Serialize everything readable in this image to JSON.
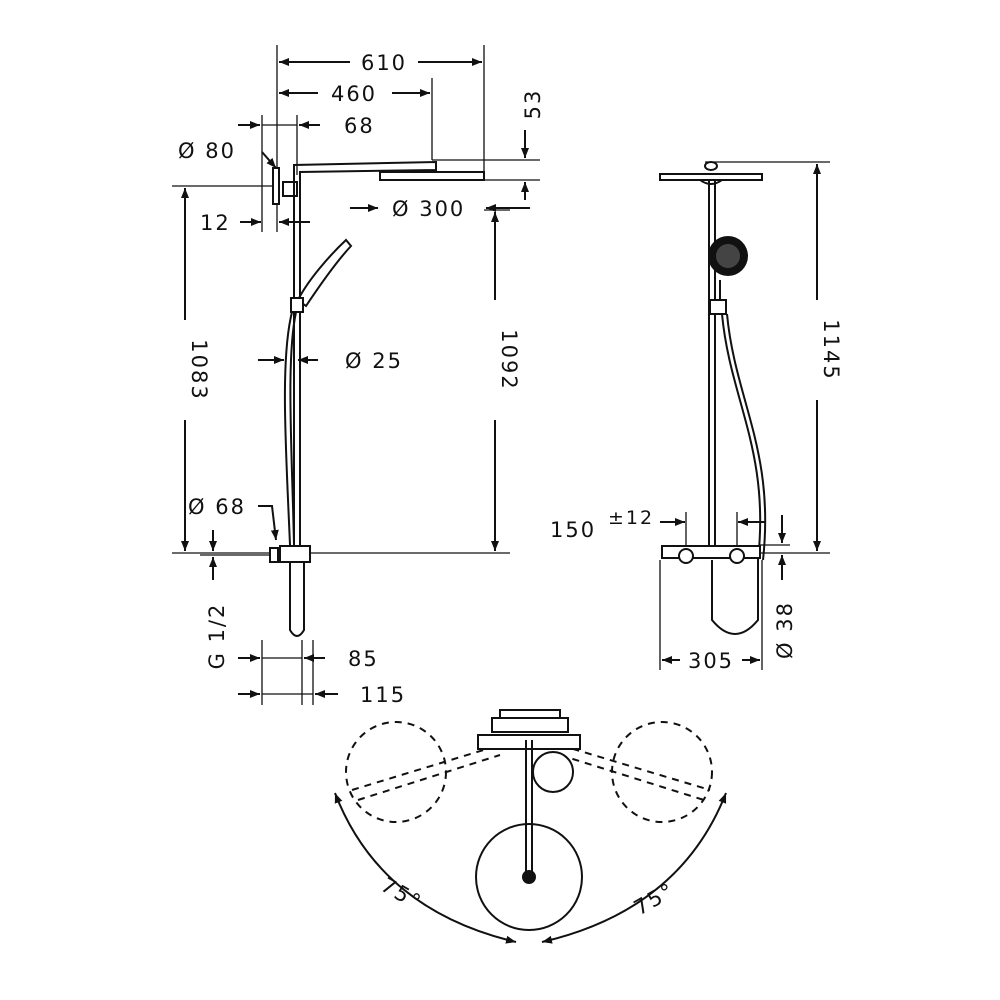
{
  "diagram": {
    "stroke_color": "#111111",
    "background_color": "#ffffff",
    "side_view": {
      "dim_overall_width": "610",
      "dim_arm_length": "460",
      "dim_wall_offset": "68",
      "dim_wall_disc": "Ø 80",
      "dim_head_thickness": "53",
      "dim_head_diameter": "Ø 300",
      "dim_disc_thickness": "12",
      "dim_height_wall": "1083",
      "dim_riser_diameter": "Ø 25",
      "dim_height_head": "1092",
      "dim_mixer_disc": "Ø 68",
      "dim_connection": "G 1/2",
      "dim_depth_85": "85",
      "dim_depth_115": "115"
    },
    "front_view": {
      "dim_total_height": "1145",
      "dim_centres": "150",
      "dim_tolerance": "±12",
      "dim_mixer_width": "305",
      "dim_mixer_diameter": "Ø 38"
    },
    "top_view": {
      "angle_left": "75°",
      "angle_right": "75°"
    }
  }
}
